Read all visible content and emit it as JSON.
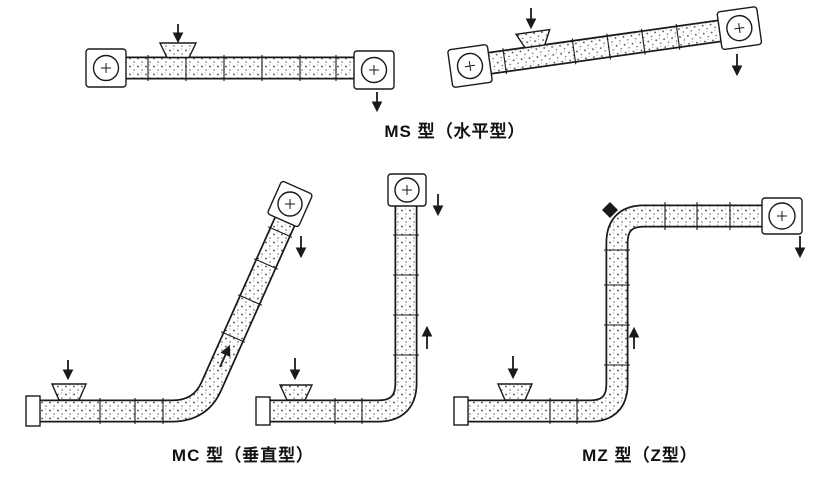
{
  "page": {
    "background": "#ffffff",
    "ink": "#1a1a1a"
  },
  "diagrams": {
    "ms": {
      "caption": "MS 型（水平型）"
    },
    "mc": {
      "caption": "MC 型（垂直型）"
    },
    "mz": {
      "caption": "MZ 型（Z型）"
    }
  }
}
